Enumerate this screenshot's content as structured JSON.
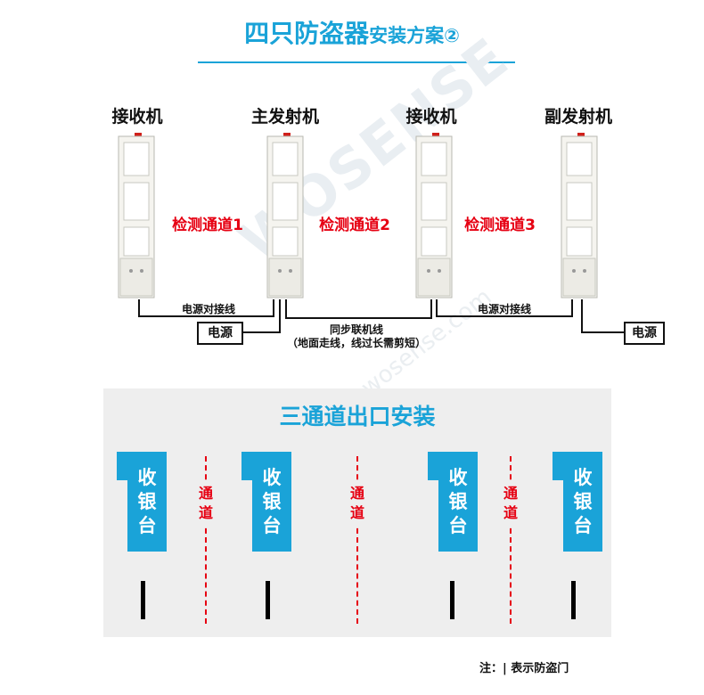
{
  "header": {
    "title_main": "四只防盗器",
    "title_sub": "安装方案②"
  },
  "gates": [
    {
      "label": "接收机"
    },
    {
      "label": "主发射机"
    },
    {
      "label": "接收机"
    },
    {
      "label": "副发射机"
    }
  ],
  "channels": [
    {
      "label": "检测通道1"
    },
    {
      "label": "检测通道2"
    },
    {
      "label": "检测通道3"
    }
  ],
  "wiring": {
    "power_link_left": "电源对接线",
    "power_link_right": "电源对接线",
    "sync_line": "同步联机线",
    "sync_note": "（地面走线，线过长需剪短）",
    "psu_left": "电源",
    "psu_right": "电源"
  },
  "watermark": {
    "brand": "WOSENSE",
    "url": "www.wosense.com"
  },
  "layout_panel": {
    "title": "三通道出口安装",
    "counters": [
      "收银台",
      "收银台",
      "收银台",
      "收银台"
    ],
    "lanes": [
      "通道",
      "通道",
      "通道"
    ]
  },
  "footer": {
    "note": "注：| 表示防盗门"
  },
  "colors": {
    "accent": "#1aa3d8",
    "channel_red": "#e60012",
    "panel_bg": "#eeeeee"
  }
}
